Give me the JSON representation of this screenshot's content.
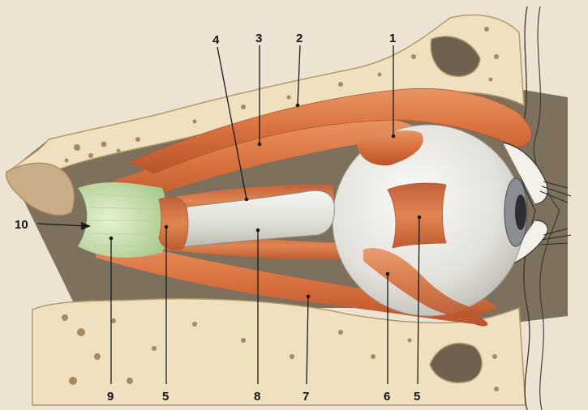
{
  "labels": {
    "l1": "1",
    "l2": "2",
    "l3": "3",
    "l4": "4",
    "l5a": "5",
    "l5b": "5",
    "l6": "6",
    "l7": "7",
    "l8": "8",
    "l9": "9",
    "l10": "10"
  },
  "colors": {
    "background": "#ece3d2",
    "bone": "#efe1c0",
    "bone_pores": "#a88a5e",
    "muscle": "#dc7a45",
    "muscle_dark": "#b5532b",
    "tendon_ring": "#cfe3b2",
    "nerve": "#e8e7e1",
    "eyeball": "#ebe9e4",
    "iris": "#6b6e73",
    "cavity": "#7d705d"
  }
}
